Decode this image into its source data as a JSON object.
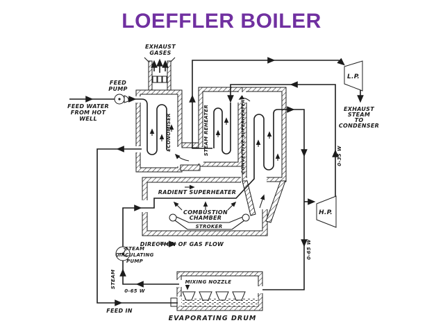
{
  "title": "LOEFFLER BOILER",
  "colors": {
    "title": "#7030a0",
    "ink": "#1c1c1c"
  },
  "stack": {
    "exhaust_line1": "EXHAUST",
    "exhaust_line2": "GASES"
  },
  "feed": {
    "pump_line1": "FEED",
    "pump_line2": "PUMP",
    "water_line1": "FEED WATER",
    "water_line2": "FROM HOT",
    "water_line3": "WELL",
    "feed_in": "FEED IN"
  },
  "vessels": {
    "economiser": "ECONOMISER",
    "steam_reheater": "STEAM REHEATER",
    "convective_superheater": "CONVECTIVE SUPERHEATER",
    "radiant_superheater": "RADIENT SUPERHEATER",
    "combustion_line1": "COMBUSTION",
    "combustion_line2": "CHAMBER",
    "stroker": "STROKER",
    "mixing_nozzle": "MIXING NOZZLE",
    "evaporating_drum": "EVAPORATING DRUM"
  },
  "turbines": {
    "lp": "L.P.",
    "hp": "H.P.",
    "exhaust_line1": "EXHAUST",
    "exhaust_line2": "STEAM",
    "exhaust_line3": "TO",
    "exhaust_line4": "CONDENSER"
  },
  "flows": {
    "w035": "0-35 W",
    "w065_right": "0-65 W",
    "w065_left": "0-65 W",
    "steam_vertical": "STEAM",
    "gas_flow": "DIRECTION OF GAS FLOW"
  },
  "pump": {
    "circ_line1": "STEAM",
    "circ_line2": "CIRCULATING",
    "circ_line3": "PUMP"
  }
}
